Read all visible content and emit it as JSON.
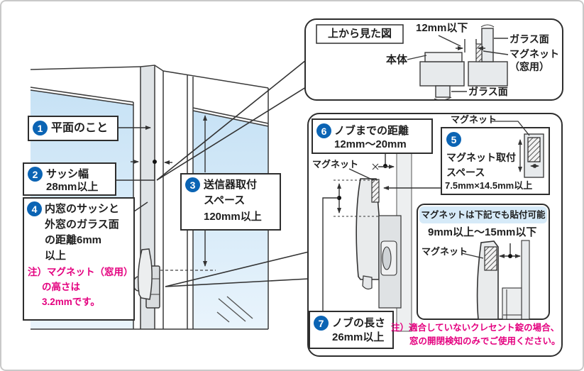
{
  "colors": {
    "accent_blue": "#0b64b4",
    "pink": "#e4007f",
    "glass_blue": "#cde5f6",
    "header_blue": "#d6eaf8",
    "line": "#333333"
  },
  "main_diagram": {
    "callout1": {
      "num": "1",
      "text": "平面のこと"
    },
    "callout2": {
      "num": "2",
      "line1": "サッシ幅",
      "line2": "28mm以上"
    },
    "callout3": {
      "num": "3",
      "line1": "送信器取付",
      "line2": "スペース",
      "line3": "120mm以上"
    },
    "callout4": {
      "num": "4",
      "lines": [
        "内窓のサッシと",
        "外窓のガラス面",
        "の距離6mm",
        "以上"
      ],
      "note_lines": [
        "注）マグネット（窓用）",
        "の高さは",
        "3.2mmです。"
      ]
    }
  },
  "top_panel": {
    "title": "上から見た図",
    "dim_label": "12mm以下",
    "body_label": "本体",
    "glass_top_label": "ガラス面",
    "magnet_label": "マグネット",
    "magnet_label2": "（窓用）",
    "glass_bottom_label": "ガラス面"
  },
  "bottom_panel": {
    "callout6": {
      "num": "6",
      "line1": "ノブまでの距離",
      "line2": "12mm〜20mm"
    },
    "magnet_label_left": "マグネット",
    "callout5": {
      "num": "5",
      "line1": "マグネット取付",
      "line2": "スペース",
      "line3": "7.5mm×14.5mm以上"
    },
    "magnet_label_top": "マグネット",
    "inner_box": {
      "header": "マグネットは下記でも貼付可能",
      "range": "9mm以上〜15mm以下",
      "magnet_label": "マグネット"
    },
    "callout7": {
      "num": "7",
      "line1": "ノブの長さ",
      "line2": "26mm以上"
    },
    "note_line1": "注）適合していないクレセント錠の場合、",
    "note_line2": "窓の開閉検知のみでご使用ください。"
  }
}
